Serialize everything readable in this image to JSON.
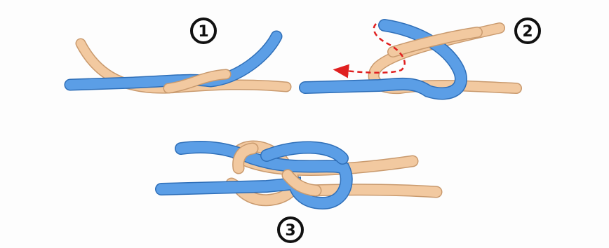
{
  "steps": [
    {
      "number": "1"
    },
    {
      "number": "2"
    },
    {
      "number": "3"
    }
  ],
  "colors": {
    "blue_rope": "#5b9ee6",
    "blue_edge": "#2f6fb8",
    "tan_rope": "#f2c9a0",
    "tan_edge": "#c99a6e",
    "arrow": "#e02020",
    "badge": "#111111",
    "background": "#fdfdfd"
  },
  "icons": {
    "step_badge": "circled-number",
    "direction_arrow": "dashed-arrow-left"
  }
}
